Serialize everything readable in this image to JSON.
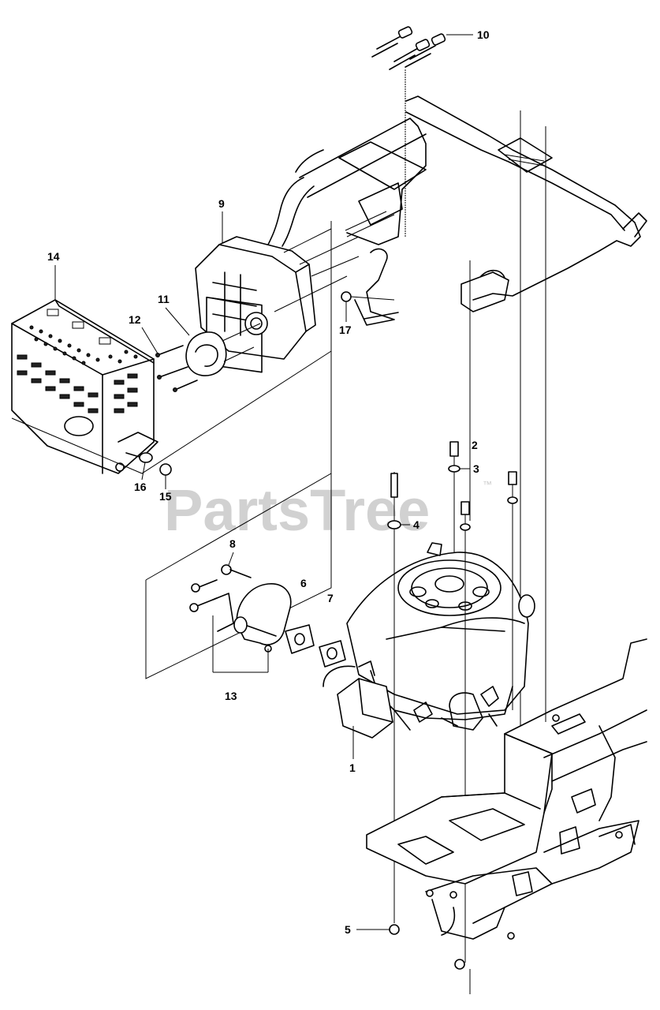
{
  "watermark": {
    "text": "PartsTree",
    "trademark": "™"
  },
  "callouts": {
    "c1": "1",
    "c2": "2",
    "c3": "3",
    "c4": "4",
    "c5": "5",
    "c6": "6",
    "c7": "7",
    "c8": "8",
    "c9": "9",
    "c10": "10",
    "c11": "11",
    "c12": "12",
    "c13": "13",
    "c14": "14",
    "c15": "15",
    "c16": "16",
    "c17": "17"
  }
}
